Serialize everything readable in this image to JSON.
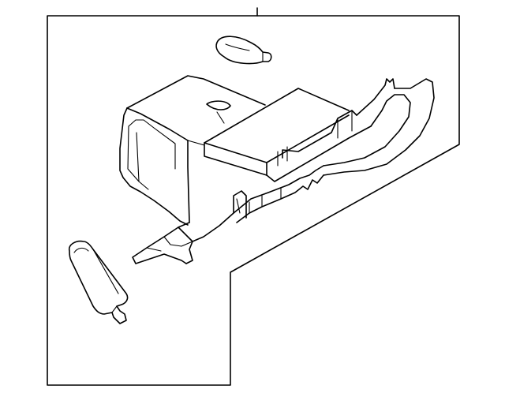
{
  "diagram": {
    "kind": "parts-exploded-view",
    "background_color": "#ffffff",
    "line_color": "#000000",
    "labels": [],
    "parts": [
      {
        "id": "glove-box-assembly",
        "icon": "glove-box-icon"
      },
      {
        "id": "lamp-bulb",
        "icon": "bulb-icon"
      },
      {
        "id": "latch-handle",
        "icon": "handle-icon"
      }
    ]
  }
}
